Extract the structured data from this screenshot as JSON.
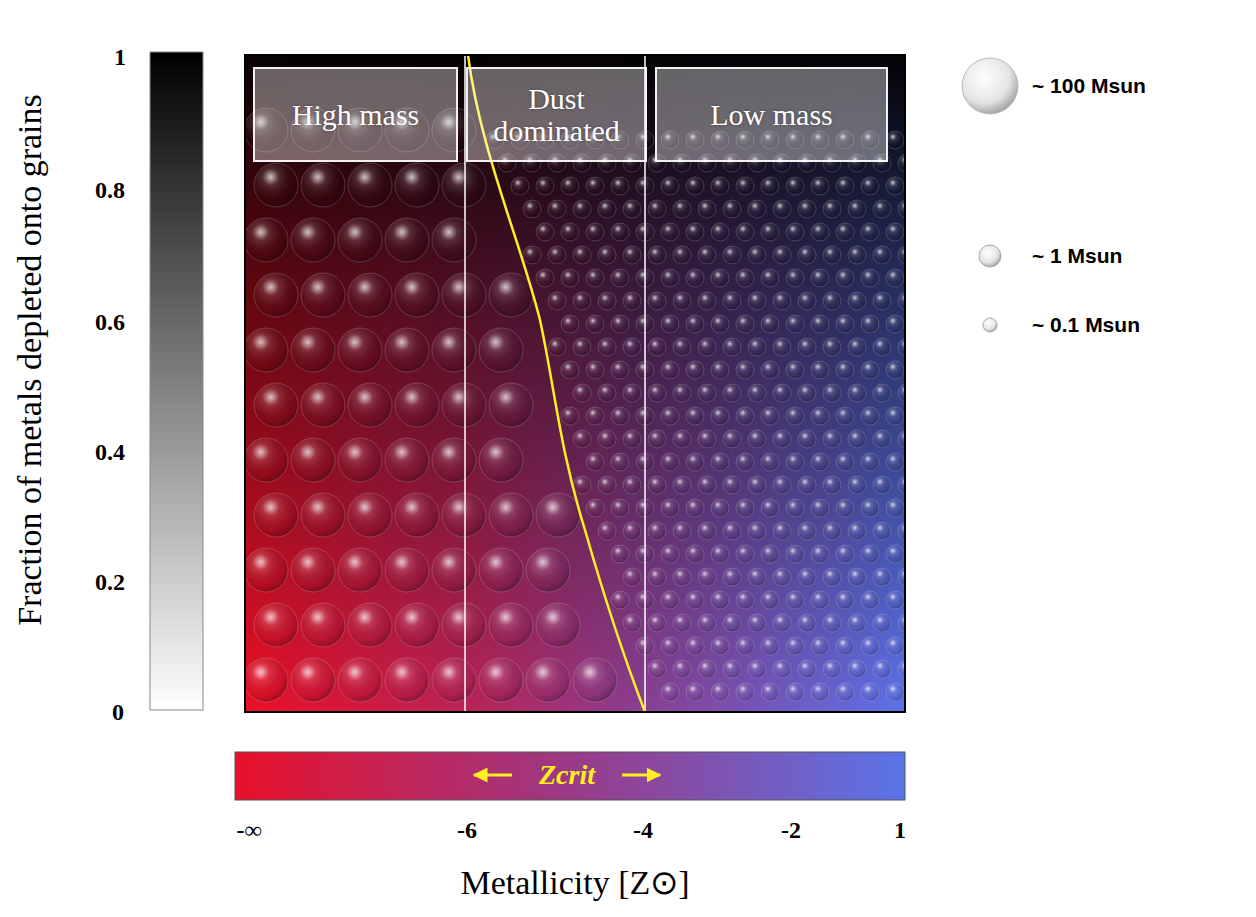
{
  "diagram": {
    "nodes": [
      {
        "text": [
          "High mass"
        ]
      },
      {
        "text": [
          "Dust dominated"
        ]
      },
      {
        "text": [
          "Low mass"
        ]
      }
    ],
    "labels": [
      "Fraction of metals depleted onto grains",
      "1",
      "0.8",
      "0.6",
      "0.4",
      "0.2",
      "0",
      "Zcrit",
      "-∞",
      "-6",
      "-4",
      "-2",
      "1",
      "Metallicity [Z⊙]"
    ],
    "legend": [
      {
        "text": "~ 100 Msun"
      },
      {
        "text": "~ 1 Msun"
      },
      {
        "text": "~ 0.1 Msun"
      }
    ]
  }
}
